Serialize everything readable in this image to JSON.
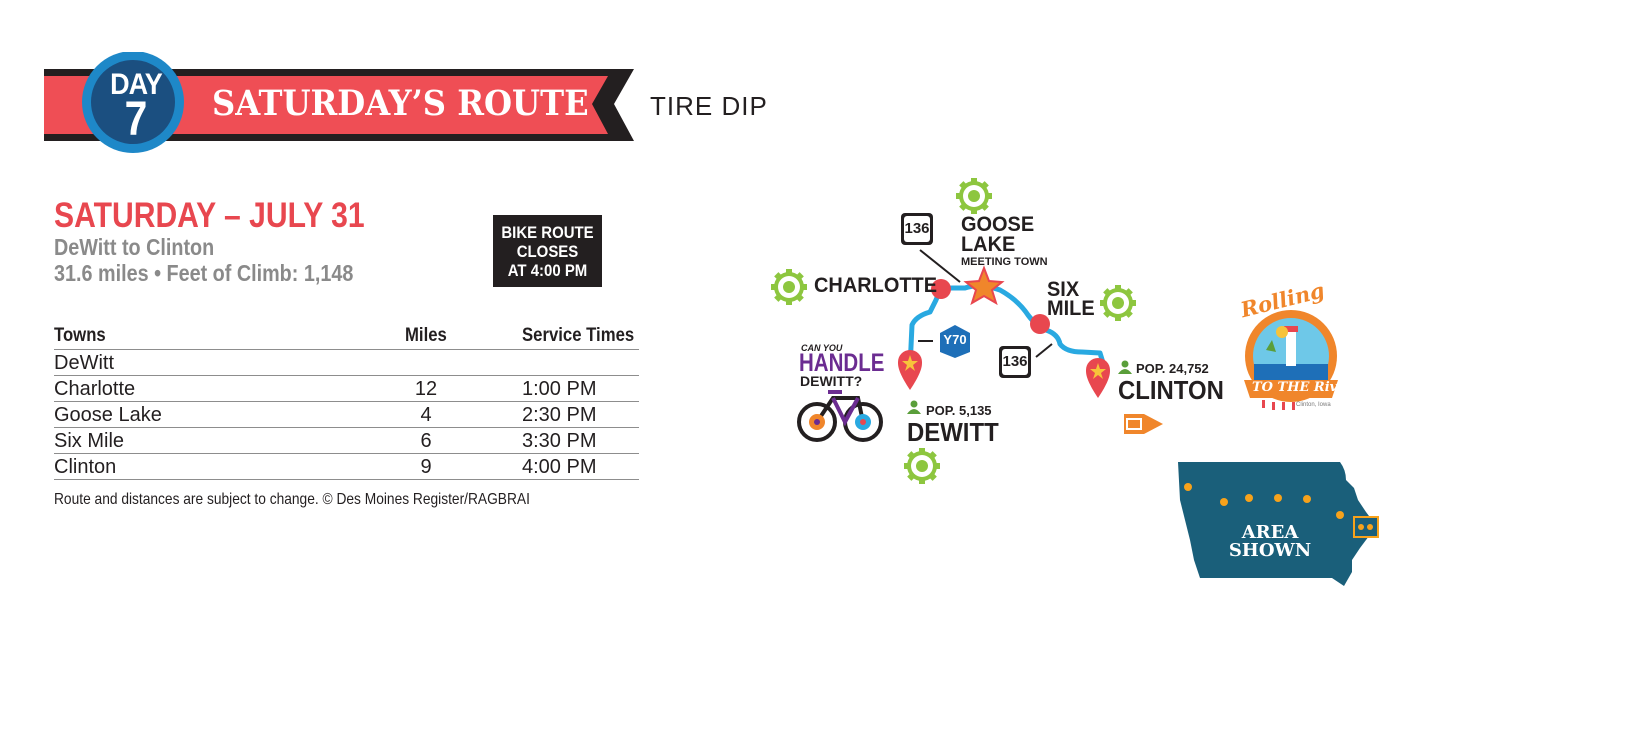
{
  "banner": {
    "day_word": "DAY",
    "day_number": "7",
    "title": "SATURDAY’S ROUTE",
    "subtitle": "TIRE DIP"
  },
  "route": {
    "date": "SATURDAY – JULY 31",
    "from_to": "DeWitt to Clinton",
    "stats": "31.6 miles • Feet of Climb: 1,148"
  },
  "closing_notice": {
    "line1": "BIKE ROUTE",
    "line2": "CLOSES",
    "line3": "AT 4:00 PM"
  },
  "table": {
    "headers": {
      "towns": "Towns",
      "miles": "Miles",
      "times": "Service Times"
    },
    "rows": [
      {
        "town": "DeWitt",
        "miles": "",
        "time": ""
      },
      {
        "town": "Charlotte",
        "miles": "12",
        "time": "1:00 PM"
      },
      {
        "town": "Goose Lake",
        "miles": "4",
        "time": "2:30 PM"
      },
      {
        "town": "Six Mile",
        "miles": "6",
        "time": "3:30 PM"
      },
      {
        "town": "Clinton",
        "miles": "9",
        "time": "4:00 PM"
      }
    ]
  },
  "footnote": "Route and distances are subject to change.  © Des Moines Register/RAGBRAI",
  "map": {
    "towns": {
      "charlotte": "CHARLOTTE",
      "goose_lake_1": "GOOSE",
      "goose_lake_2": "LAKE",
      "meeting_town": "MEETING TOWN",
      "six_mile_1": "SIX",
      "six_mile_2": "MILE",
      "dewitt": "DEWITT",
      "clinton": "CLINTON"
    },
    "populations": {
      "dewitt": "POP. 5,135",
      "clinton": "POP. 24,752"
    },
    "highways": {
      "hwy136_a": "136",
      "hwy136_b": "136",
      "y70": "Y70"
    },
    "dewitt_logo": {
      "line1": "CAN YOU",
      "line2": "HANDLE",
      "line3": "DEWITT?"
    },
    "clinton_logo": {
      "title": "Rolling",
      "subtitle": "TO THE River",
      "place": "Clinton, Iowa"
    },
    "locator": {
      "label_line1": "AREA",
      "label_line2": "SHOWN"
    },
    "colors": {
      "route": "#29a9e1",
      "town_dot": "#e8474f",
      "service_gear": "#8dc63f",
      "iowa": "#1a5f7a",
      "overnight_marker": "#f0862b"
    }
  },
  "colors": {
    "banner_red": "#ef4e55",
    "day_circle": "#1e88c8",
    "day_circle_inner": "#1b4f80",
    "dark": "#231f20"
  }
}
